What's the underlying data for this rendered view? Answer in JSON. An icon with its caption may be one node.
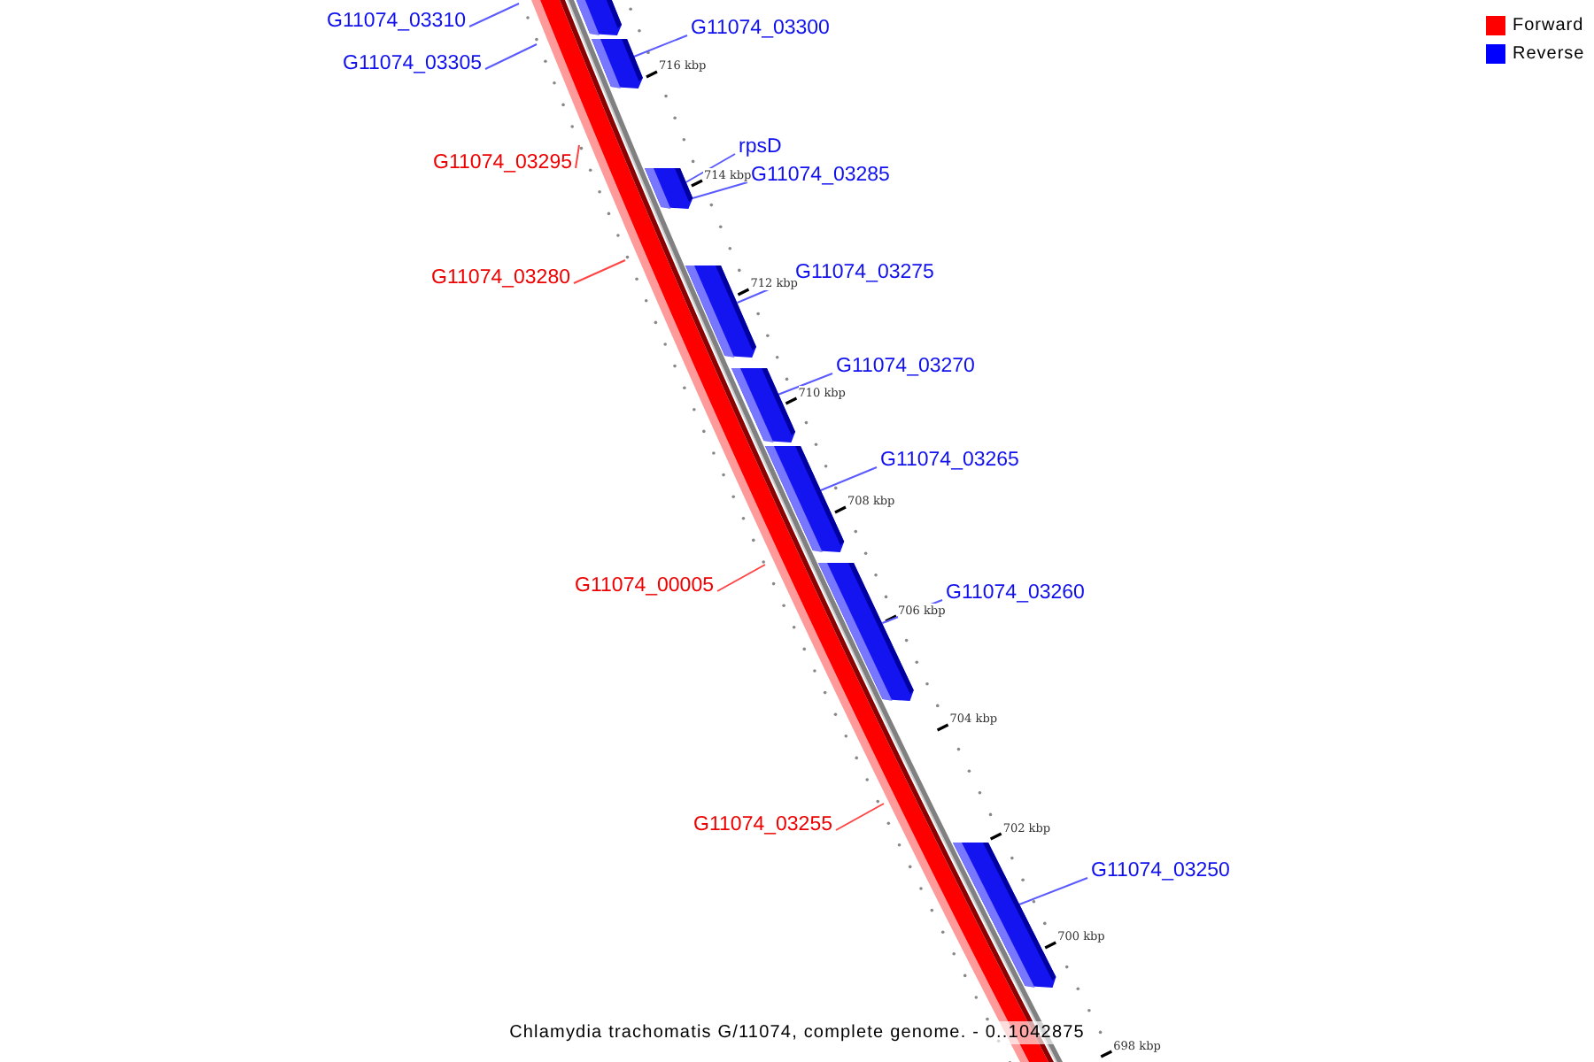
{
  "diagram": {
    "caption": "Chlamydia trachomatis G/11074, complete genome. - 0..1042875",
    "nodes": [
      {
        "text": [
          "G11074_03310"
        ]
      },
      {
        "text": [],
        "shape": "bar"
      },
      {
        "text": [
          "G11074_03300"
        ]
      },
      {
        "text": [
          "G11074_03305"
        ]
      },
      {
        "text": [],
        "shape": "bar"
      },
      {
        "text": [
          "G11074_03295"
        ]
      },
      {
        "text": [
          "rpsD"
        ]
      },
      {
        "text": [
          "G11074_03285"
        ]
      },
      {
        "text": [],
        "shape": "bar"
      },
      {
        "text": [
          "G11074_03280"
        ]
      },
      {
        "text": [
          "G11074_03275"
        ]
      },
      {
        "text": [],
        "shape": "bar"
      },
      {
        "text": [
          "G11074_03270"
        ]
      },
      {
        "text": [],
        "shape": "bar"
      },
      {
        "text": [
          "G11074_03265"
        ]
      },
      {
        "text": [],
        "shape": "bar"
      },
      {
        "text": [
          "G11074_00005"
        ]
      },
      {
        "text": [
          "G11074_03260"
        ]
      },
      {
        "text": [],
        "shape": "bar"
      },
      {
        "text": [
          "G11074_03255"
        ]
      },
      {
        "text": [
          "G11074_03250"
        ]
      },
      {
        "text": [],
        "shape": "bar"
      }
    ],
    "edges": [
      {
        "from": 0,
        "to": null,
        "arrow": "none"
      },
      {
        "from": 2,
        "to": 4,
        "arrow": "none"
      },
      {
        "from": 3,
        "to": null,
        "arrow": "none"
      },
      {
        "from": 5,
        "to": null,
        "arrow": "none",
        "color": "#ff4444"
      },
      {
        "from": 6,
        "to": 8,
        "arrow": "none"
      },
      {
        "from": 7,
        "to": 8,
        "arrow": "none"
      },
      {
        "from": 9,
        "to": null,
        "arrow": "none",
        "color": "#ff4444"
      },
      {
        "from": 10,
        "to": 11,
        "arrow": "none"
      },
      {
        "from": 12,
        "to": 13,
        "arrow": "none"
      },
      {
        "from": 14,
        "to": 15,
        "arrow": "none"
      },
      {
        "from": 16,
        "to": null,
        "arrow": "none",
        "color": "#ff4444"
      },
      {
        "from": 17,
        "to": 18,
        "arrow": "none"
      },
      {
        "from": 19,
        "to": null,
        "arrow": "none",
        "color": "#ff4444"
      },
      {
        "from": 20,
        "to": 21,
        "arrow": "none"
      }
    ],
    "labels": [
      "716 kbp",
      "714 kbp",
      "712 kbp",
      "710 kbp",
      "708 kbp",
      "706 kbp",
      "704 kbp",
      "702 kbp",
      "700 kbp",
      "698 kbp"
    ],
    "legend": [
      {
        "text": "Forward",
        "color": "#ff0000"
      },
      {
        "text": "Reverse",
        "color": "#0000ff"
      }
    ]
  }
}
